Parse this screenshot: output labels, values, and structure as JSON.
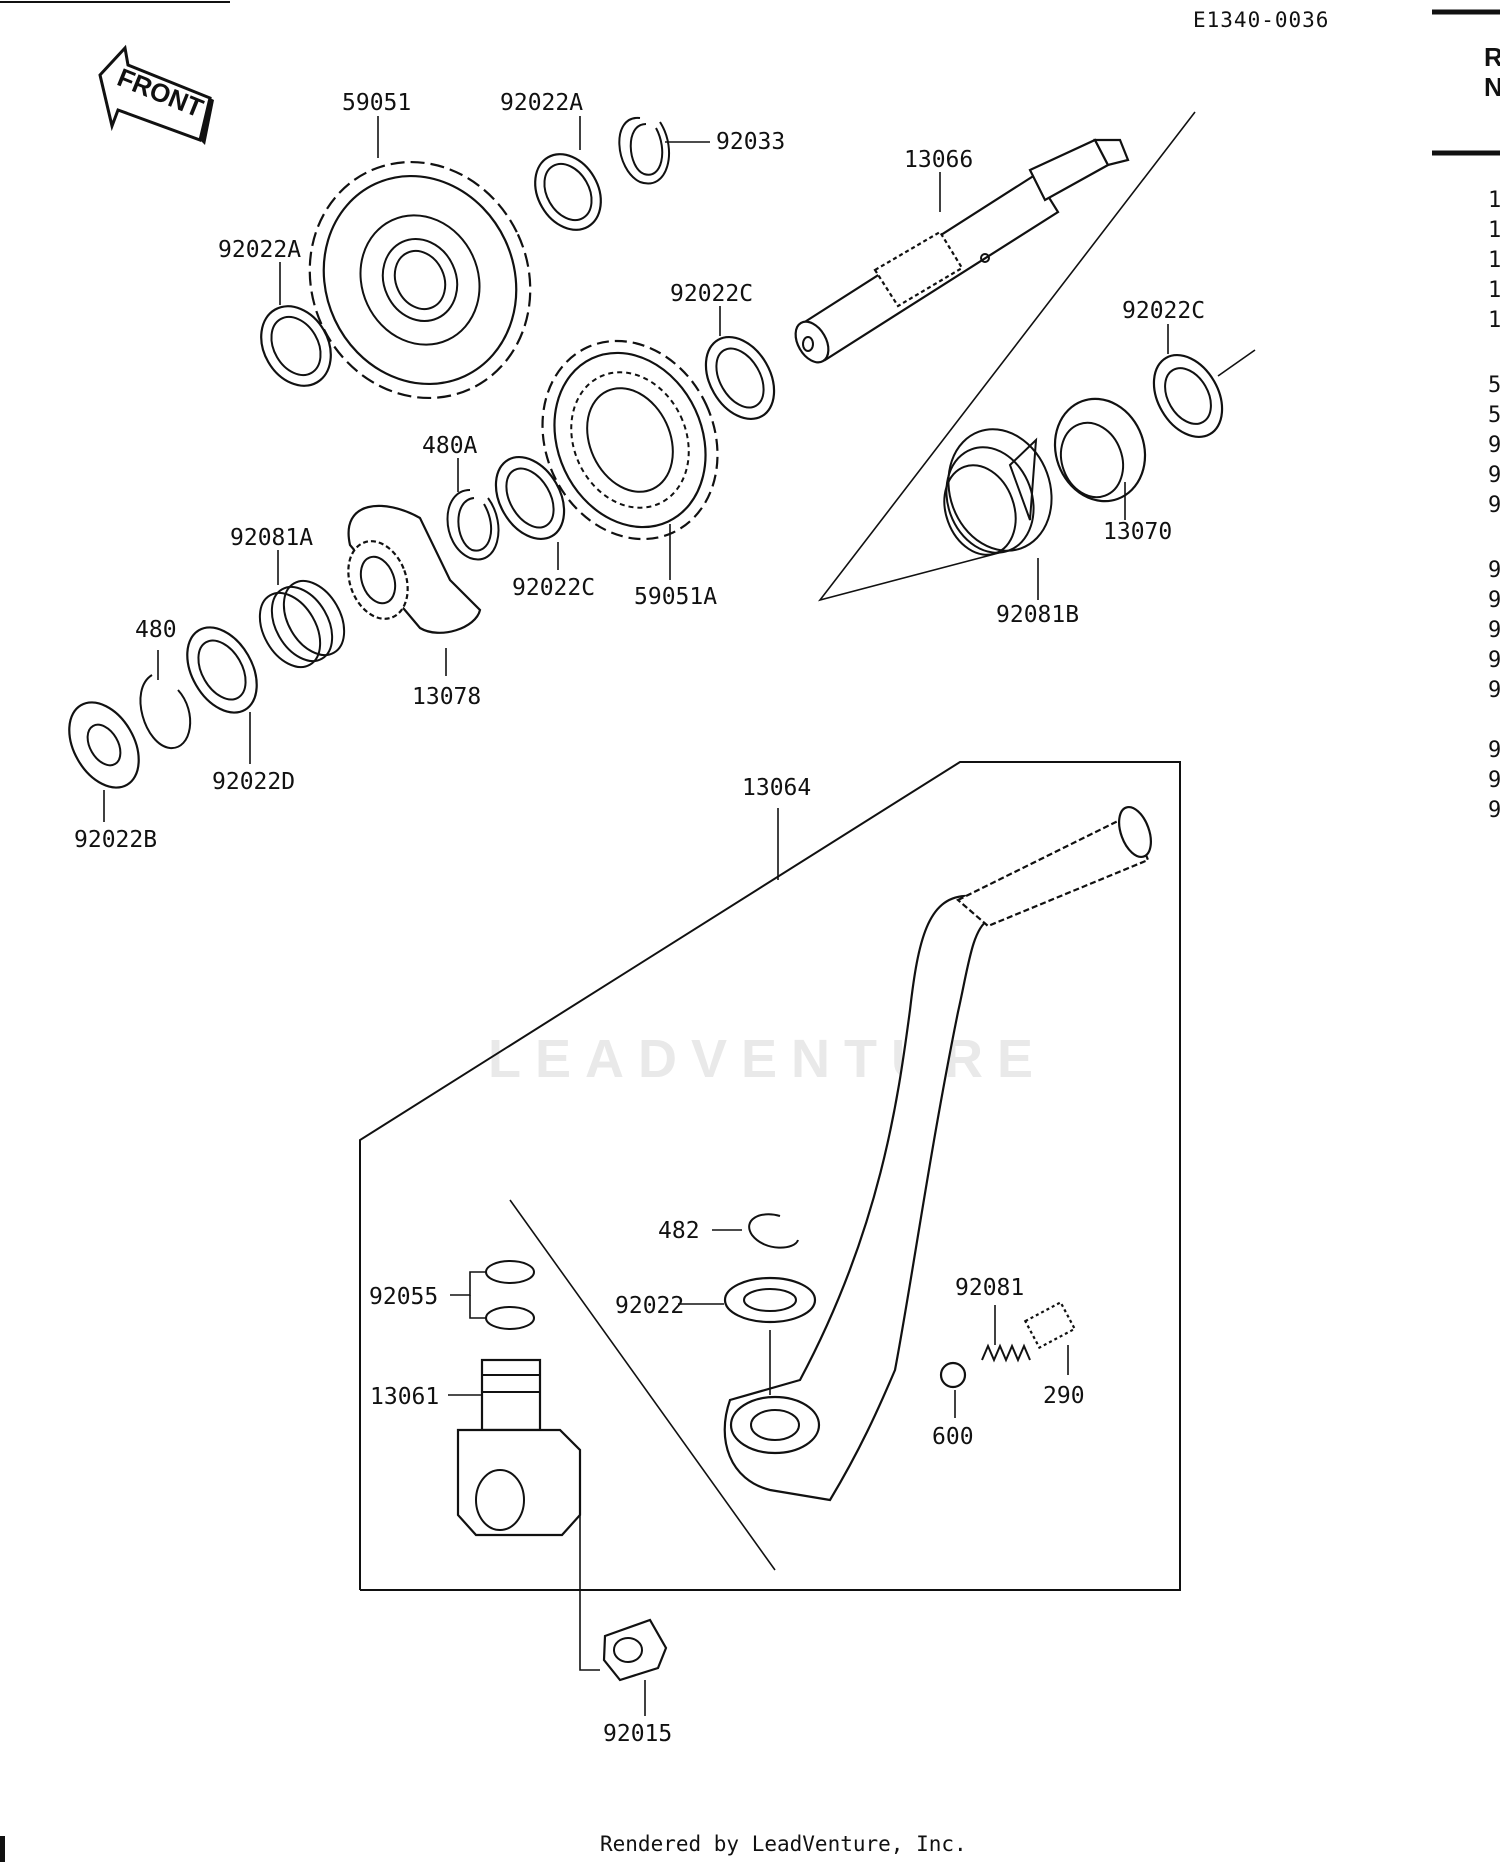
{
  "diagram_code": "E1340-0036",
  "front_label": "FRONT",
  "footer": "Rendered by LeadVenture, Inc.",
  "watermark": "LEADVENTURE",
  "ref_header": [
    "R",
    "N"
  ],
  "ref_column": [
    "1",
    "1",
    "1",
    "1",
    "1",
    "5",
    "5",
    "9",
    "9",
    "9",
    "9",
    "9",
    "9",
    "9",
    "9",
    "9",
    "9",
    "9"
  ],
  "labels": {
    "p59051": "59051",
    "p92022A_top": "92022A",
    "p92033": "92033",
    "p13066": "13066",
    "p92022A_left": "92022A",
    "p92022C_mid": "92022C",
    "p92022C_right": "92022C",
    "p480A": "480A",
    "p92081A": "92081A",
    "p92022C_low": "92022C",
    "p59051A": "59051A",
    "p13070": "13070",
    "p92081B": "92081B",
    "p480": "480",
    "p13078": "13078",
    "p92022D": "92022D",
    "p92022B": "92022B",
    "p13064": "13064",
    "p482": "482",
    "p92055": "92055",
    "p92022": "92022",
    "p92081": "92081",
    "p13061": "13061",
    "p290": "290",
    "p600": "600",
    "p92015": "92015"
  }
}
